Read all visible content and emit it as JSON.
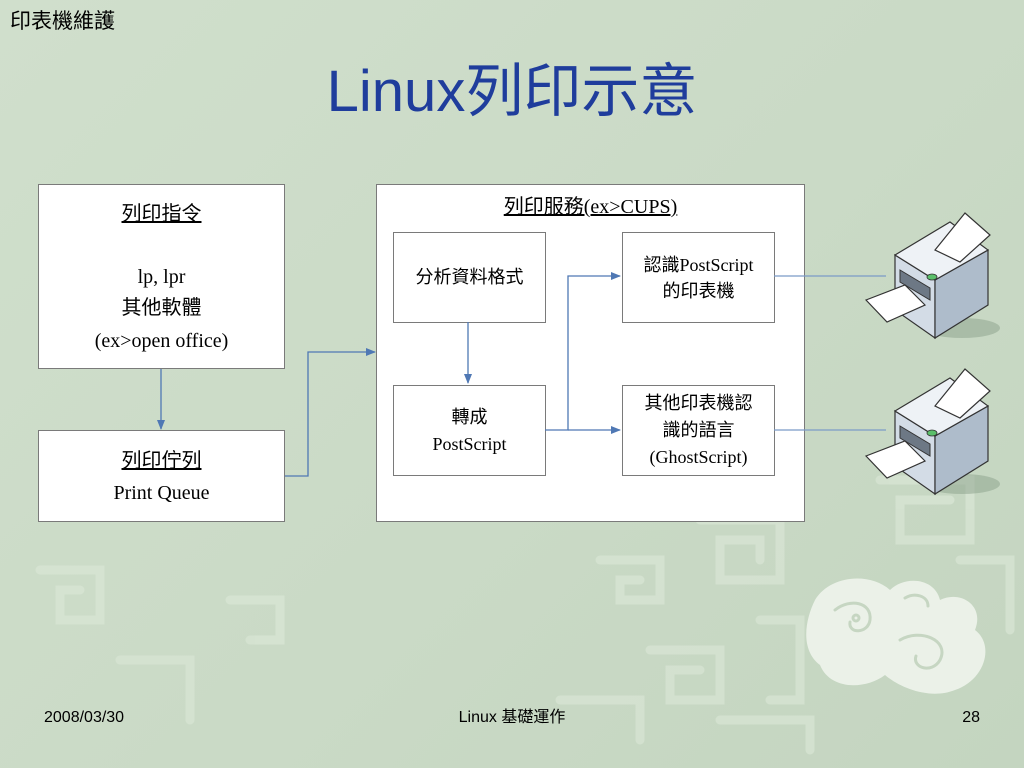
{
  "slide": {
    "section_label": "印表機維護",
    "title": "Linux列印示意"
  },
  "diagram": {
    "command_box": {
      "title": "列印指令",
      "lines": [
        "lp, lpr",
        "其他軟體",
        "(ex>open office)"
      ]
    },
    "queue_box": {
      "title": "列印佇列",
      "lines": [
        "Print Queue"
      ]
    },
    "service_box": {
      "title": "列印服務(ex>CUPS)",
      "analyze_box": {
        "lines": [
          "分析資料格式"
        ]
      },
      "convert_box": {
        "lines": [
          "轉成",
          "PostScript"
        ]
      },
      "postscript_printer_box": {
        "lines": [
          "認識PostScript",
          "的印表機"
        ]
      },
      "other_language_box": {
        "lines": [
          "其他印表機認",
          "識的語言",
          "(GhostScript)"
        ]
      }
    },
    "printers": [
      {
        "icon": "printer-icon"
      },
      {
        "icon": "printer-icon"
      }
    ]
  },
  "footer": {
    "date": "2008/03/30",
    "course": "Linux 基礎運作",
    "page_number": "28"
  },
  "colors": {
    "background": "#ccdcc8",
    "title": "#1f3d9c",
    "connector": "#4f78b4",
    "box_fill": "#ffffff",
    "box_border": "#7a7a7a"
  }
}
